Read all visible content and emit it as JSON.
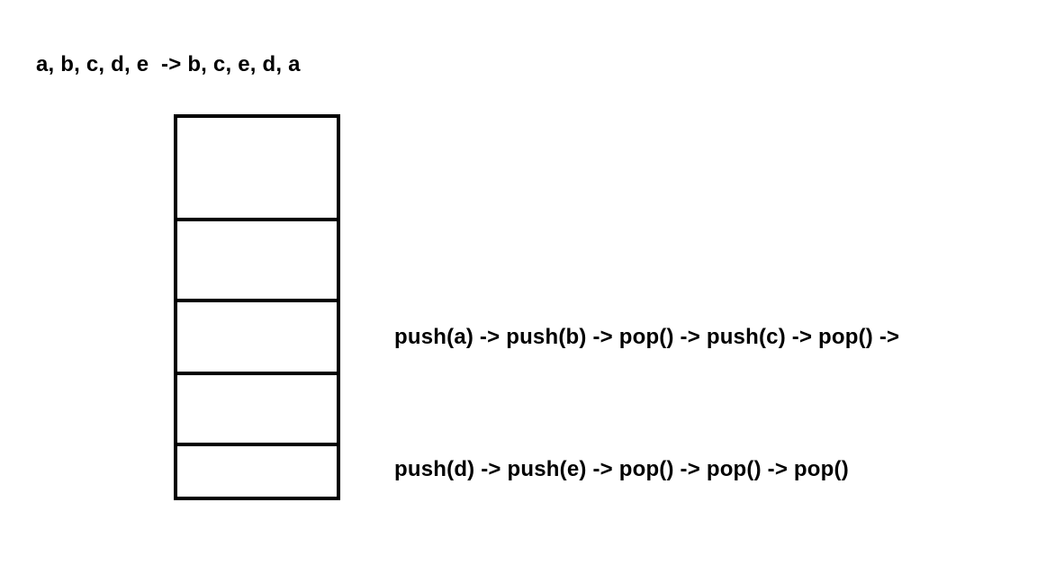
{
  "sequence": {
    "text": "a, b, c, d, e  -> b, c, e, d, a"
  },
  "stack": {
    "slots": 5,
    "line_color": "#000000"
  },
  "operations": {
    "line1": "push(a) -> push(b) -> pop() -> push(c) -> pop() ->",
    "line2": "push(d) -> push(e) -> pop() -> pop() -> pop()"
  }
}
